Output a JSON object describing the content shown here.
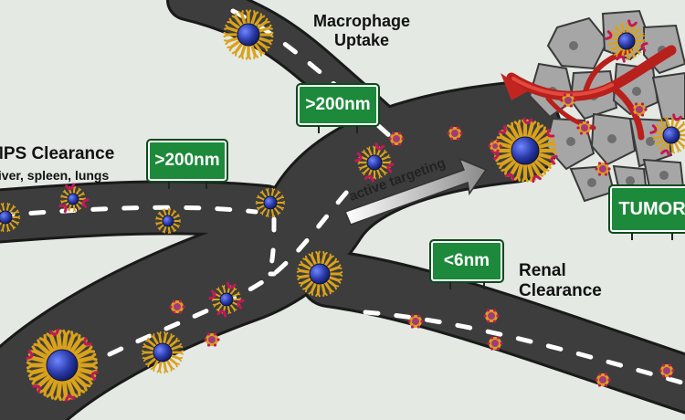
{
  "labels": {
    "macrophage": [
      "Macrophage",
      "Uptake"
    ],
    "mps_title": "MPS Clearance",
    "mps_organs": "liver, spleen, lungs",
    "renal": [
      "Renal",
      "Clearance"
    ],
    "active_targeting": "active targeting"
  },
  "signs": {
    "macrophage": ">200nm",
    "mps": ">200nm",
    "renal": "<6nm",
    "tumor": "TUMOR"
  },
  "colors": {
    "road": "#3b3b3b",
    "road_edge": "#1c1c1c",
    "lane": "#ffffff",
    "sign_green": "#1c8a3a",
    "core": "#1f2d8a",
    "ligand": "#d9a21b",
    "antibody": "#c2185b",
    "vessel": "#d0312d",
    "tumor_cell": "#a8a8a8"
  }
}
